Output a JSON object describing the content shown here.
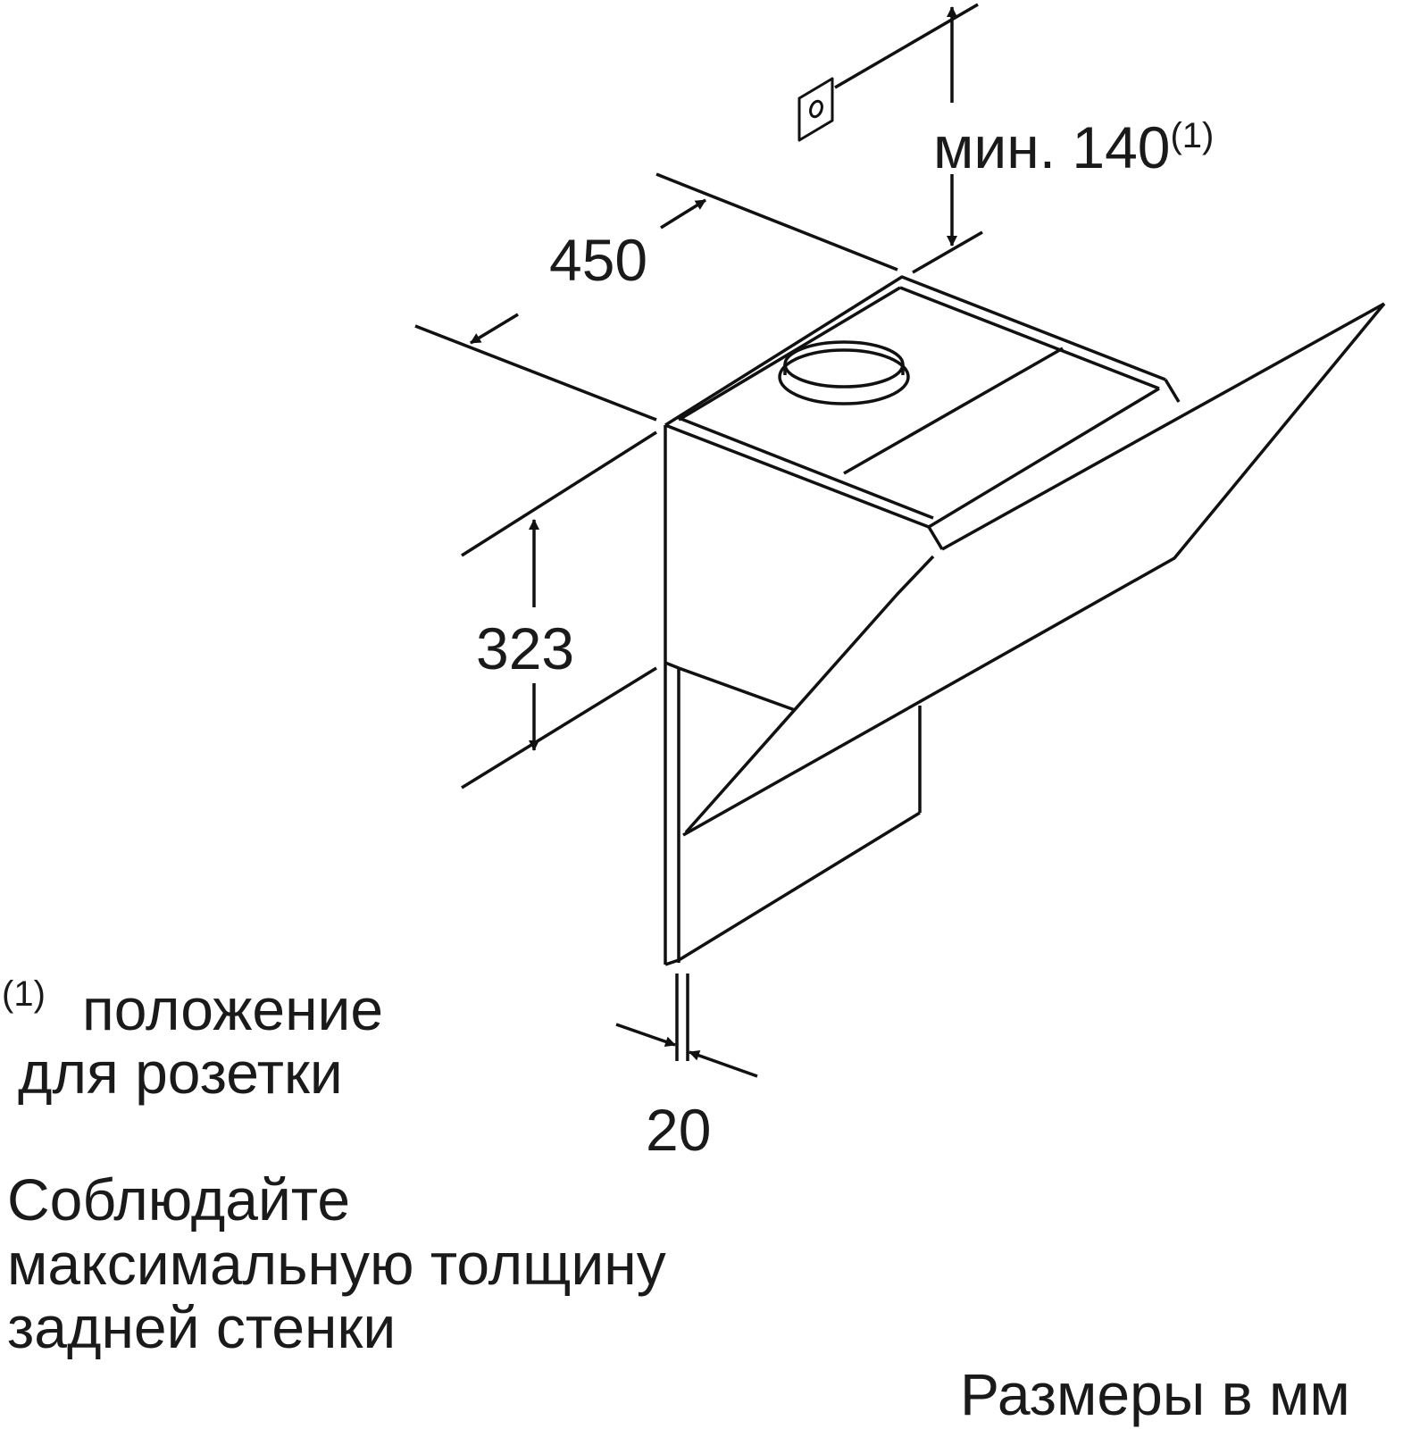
{
  "dimensions": {
    "depth": "450",
    "min_height_label": "мин. 140",
    "footnote_ref": "(1)",
    "height": "323",
    "wall_thickness": "20"
  },
  "notes": {
    "footnote_marker": "(1)",
    "footnote_line1": "положение",
    "footnote_line2": "для розетки",
    "wall_note_line1": "Соблюдайте",
    "wall_note_line2": "максимальную толщину",
    "wall_note_line3": "задней стенки",
    "units": "Размеры в мм"
  },
  "icons": {
    "socket": "socket-icon"
  }
}
